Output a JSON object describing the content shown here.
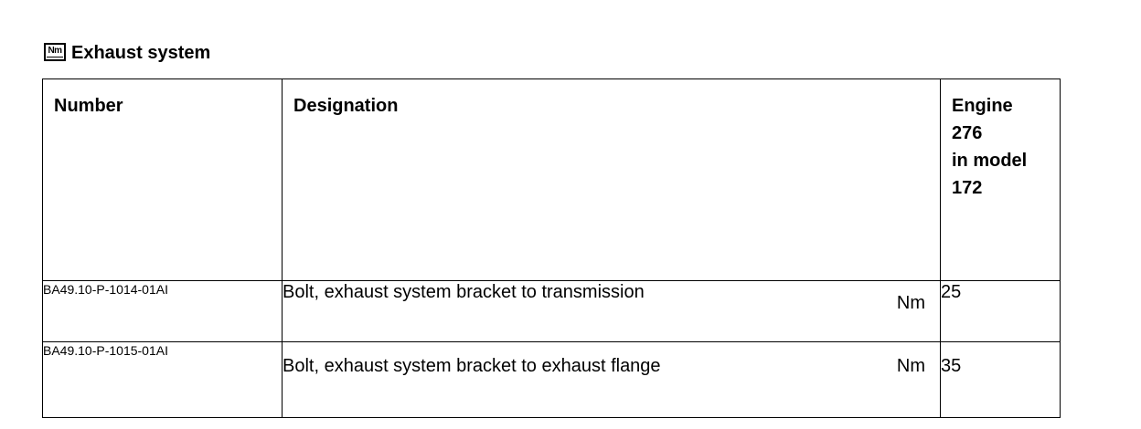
{
  "heading": {
    "icon_label": "Nm",
    "icon_name": "nm-torque-icon",
    "title": "Exhaust system"
  },
  "table": {
    "headers": {
      "number": "Number",
      "designation": "Designation",
      "engine_lines": [
        "Engine",
        "276",
        "in model",
        "172"
      ]
    },
    "rows": [
      {
        "number": "BA49.10-P-1014-01AI",
        "designation": "Bolt, exhaust system bracket to transmission",
        "unit": "Nm",
        "value": "25"
      },
      {
        "number": "BA49.10-P-1015-01AI",
        "designation": "Bolt, exhaust system bracket to exhaust flange",
        "unit": "Nm",
        "value": "35"
      }
    ]
  }
}
